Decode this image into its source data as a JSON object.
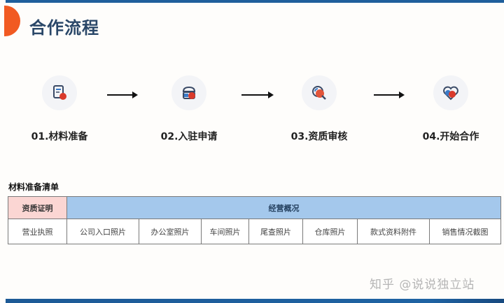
{
  "header": {
    "title": "合作流程"
  },
  "steps": [
    {
      "label": "01.材料准备",
      "icon": "document-icon"
    },
    {
      "label": "02.入驻申请",
      "icon": "store-icon"
    },
    {
      "label": "03.资质审核",
      "icon": "magnifier-icon"
    },
    {
      "label": "04.开始合作",
      "icon": "handshake-heart-icon"
    }
  ],
  "materials": {
    "title": "材料准备清单",
    "headers": {
      "qualification": "资质证明",
      "operations": "经营概况"
    },
    "items": [
      "营业执照",
      "公司入口照片",
      "办公室照片",
      "车间照片",
      "尾查照片",
      "仓库照片",
      "款式资料附件",
      "销售情况截图"
    ]
  },
  "watermark": "知乎 @说说独立站",
  "colors": {
    "accent_orange": "#f15a22",
    "title_navy": "#2a4768",
    "bar_blue": "#1f5f9c",
    "qual_pink": "#fbd6d3",
    "ops_blue": "#a4c8ec"
  }
}
